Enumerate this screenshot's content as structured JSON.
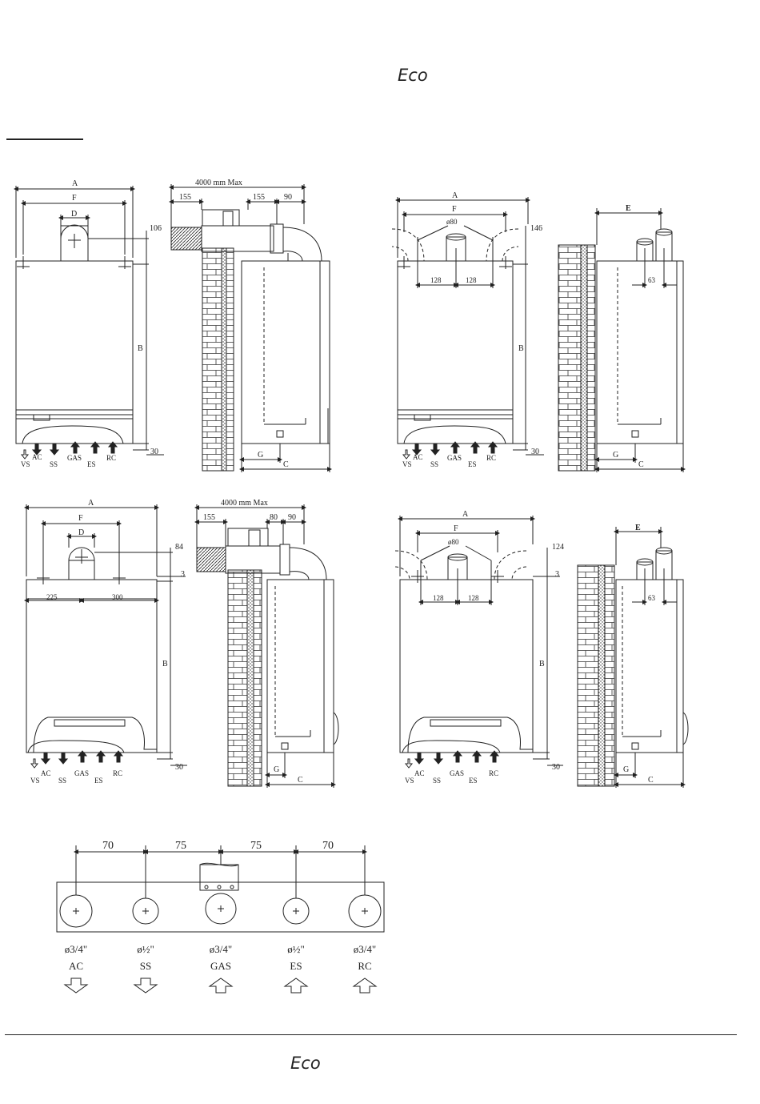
{
  "header": {
    "brand": "Eco"
  },
  "footer": {
    "brand": "Eco"
  },
  "dim": {
    "A": "A",
    "B": "B",
    "C": "C",
    "D": "D",
    "E": "E",
    "F": "F",
    "G": "G",
    "max_length": "4000  mm  Max",
    "v155": "155",
    "v90": "90",
    "v80": "80",
    "v106": "106",
    "v146": "146",
    "v84": "84",
    "v124": "124",
    "v30": "30",
    "v3": "3",
    "v225": "225",
    "v300": "300",
    "v128": "128",
    "v63": "63",
    "d80": "ø80",
    "v70": "70",
    "v75": "75"
  },
  "connections": {
    "VS": "VS",
    "AC": "AC",
    "SS": "SS",
    "GAS": "GAS",
    "ES": "ES",
    "RC": "RC"
  },
  "bottom_connections": [
    {
      "size": "ø3/4\"",
      "label": "AC",
      "flow": "out"
    },
    {
      "size": "ø½\"",
      "label": "SS",
      "flow": "out"
    },
    {
      "size": "ø3/4\"",
      "label": "GAS",
      "flow": "in"
    },
    {
      "size": "ø½\"",
      "label": "ES",
      "flow": "in"
    },
    {
      "size": "ø3/4\"",
      "label": "RC",
      "flow": "in"
    }
  ]
}
